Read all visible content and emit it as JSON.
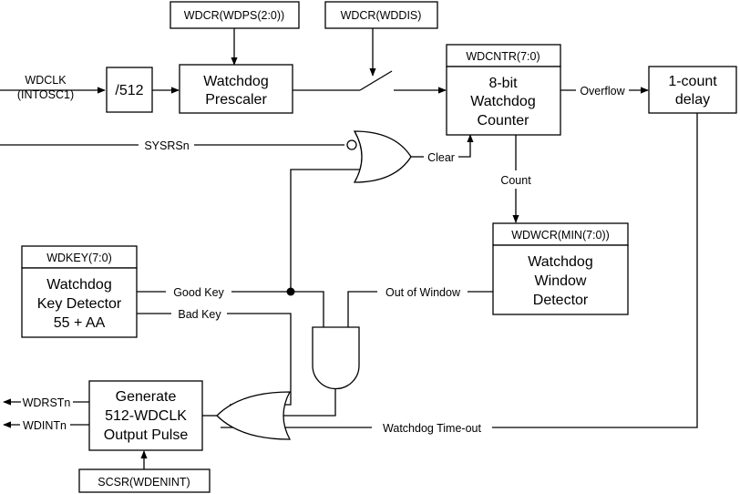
{
  "blocks": {
    "wdclk_input": [
      "WDCLK",
      "(INTOSC1)"
    ],
    "divider": [
      "/512"
    ],
    "prescaler_header": "WDCR(WDPS(2:0))",
    "prescaler": [
      "Watchdog",
      "Prescaler"
    ],
    "wddis_header": "WDCR(WDDIS)",
    "counter_header": "WDCNTR(7:0)",
    "counter": [
      "8-bit",
      "Watchdog",
      "Counter"
    ],
    "delay": [
      "1-count",
      "delay"
    ],
    "window_header": "WDWCR(MIN(7:0))",
    "window": [
      "Watchdog",
      "Window",
      "Detector"
    ],
    "key_header": "WDKEY(7:0)",
    "key_detector": [
      "Watchdog",
      "Key Detector",
      "55 + AA"
    ],
    "pulse_gen": [
      "Generate",
      "512-WDCLK",
      "Output Pulse"
    ],
    "scsr_header": "SCSR(WDENINT)"
  },
  "signals": {
    "overflow": "Overflow",
    "sysrsn": "SYSRSn",
    "clear": "Clear",
    "count": "Count",
    "good_key": "Good Key",
    "bad_key": "Bad Key",
    "out_of_window": "Out of Window",
    "timeout": "Watchdog Time-out",
    "wdrstn": "WDRSTn",
    "wdintn": "WDINTn"
  }
}
